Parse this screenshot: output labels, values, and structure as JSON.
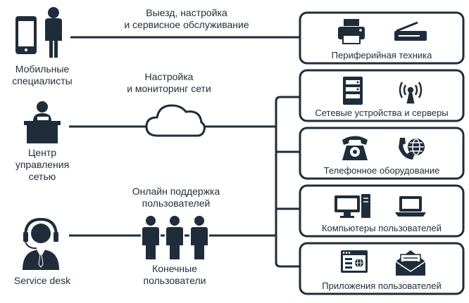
{
  "actors": {
    "mobile": [
      "Мобильные",
      "специалисты"
    ],
    "center": [
      "Центр",
      "управления",
      "сетью"
    ],
    "desk": [
      "Service desk"
    ],
    "users": [
      "Конечные",
      "пользователи"
    ]
  },
  "links": {
    "mobile": [
      "Выезд, настройка",
      "и сервисное обслуживание"
    ],
    "network": [
      "Настройка",
      "и мониторинг сети"
    ],
    "online": [
      "Онлайн поддержка",
      "пользователей"
    ]
  },
  "boxes": [
    {
      "label": "Периферийная техника",
      "icons": [
        "printer-icon",
        "scanner-icon"
      ]
    },
    {
      "label": "Сетевые устройства и серверы",
      "icons": [
        "server-icon",
        "wireless-antenna-icon"
      ]
    },
    {
      "label": "Телефонное оборудование",
      "icons": [
        "desk-phone-icon",
        "phone-globe-icon"
      ]
    },
    {
      "label": "Компьютеры пользователей",
      "icons": [
        "desktop-computer-icon",
        "laptop-icon"
      ]
    },
    {
      "label": "Приложения пользователей",
      "icons": [
        "web-app-icon",
        "email-icon"
      ]
    }
  ],
  "colors": {
    "primary": "#1f2d3a",
    "background": "#ffffff"
  }
}
